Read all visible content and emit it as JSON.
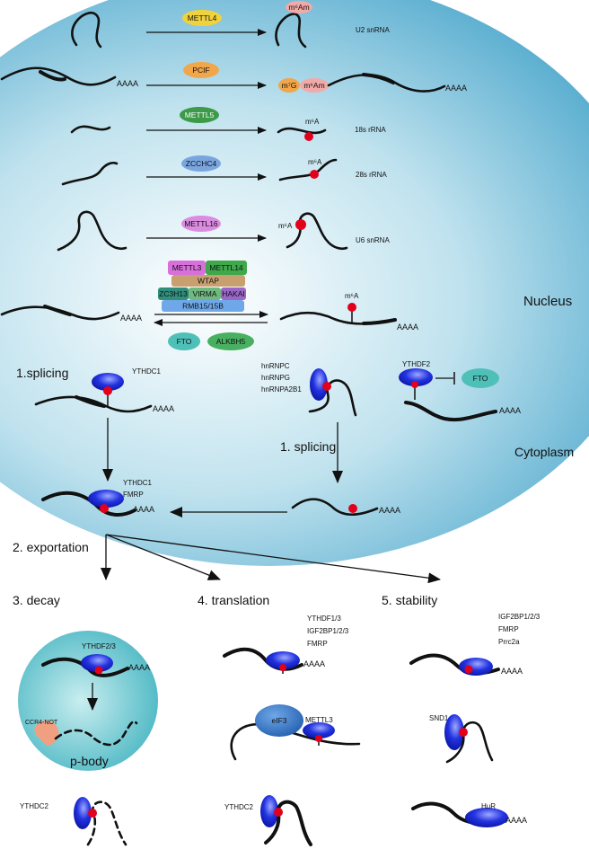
{
  "nucleus_label": "Nucleus",
  "cytoplasm_label": "Cytoplasm",
  "writers": {
    "row1": {
      "enzyme": "METTL4",
      "mod": "m⁶Am",
      "rna": "U2 snRNA"
    },
    "row2": {
      "enzyme": "PCIF",
      "mod1": "m⁷G",
      "mod2": "m⁶Am",
      "tail": "AAAA",
      "tail_in": "AAAA"
    },
    "row3": {
      "enzyme": "METTL5",
      "mod": "m⁶A",
      "rna": "18s rRNA"
    },
    "row4": {
      "enzyme": "ZCCHC4",
      "mod": "m⁶A",
      "rna": "28s rRNA"
    },
    "row5": {
      "enzyme": "METTL16",
      "mod": "m⁶A",
      "rna": "U6 snRNA"
    }
  },
  "complex": {
    "mettl3": "METTL3",
    "mettl14": "METTL14",
    "wtap": "WTAP",
    "zc3h13": "ZC3H13",
    "virma": "VIRMA",
    "hakai": "HAKAI",
    "rbm": "RMB15/15B",
    "fto": "FTO",
    "alkbh5": "ALKBH5",
    "tail_left": "AAAA",
    "tail_right": "AAAA",
    "mod": "m⁶A"
  },
  "nuclear_readers": {
    "splicing_left": "1.splicing",
    "ythdc1": "YTHDC1",
    "tail_left": "AAAA",
    "hnrnp": [
      "hnRNPC",
      "hnRNPG",
      "hnRNPA2B1"
    ],
    "ythdf2": "YTHDF2",
    "fto": "FTO",
    "tail_right": "AAAA",
    "splicing_right": "1. splicing",
    "tail_spliced": "AAAA",
    "export_reader": [
      "YTHDC1",
      "FMRP"
    ],
    "tail_export": "AAAA"
  },
  "steps": {
    "exportation": "2. exportation",
    "decay": "3. decay",
    "translation": "4. translation",
    "stability": "5. stability"
  },
  "decay": {
    "reader": "YTHDF2/3",
    "tail": "AAAA",
    "ccr4": "CCR4-NOT",
    "pbody": "p-body",
    "reader2": "YTHDC2"
  },
  "translation": {
    "readers": [
      "YTHDF1/3",
      "IGF2BP1/2/3",
      "FMRP"
    ],
    "tail": "AAAA",
    "eif3": "eIF3",
    "mettl3": "METTL3",
    "reader2": "YTHDC2"
  },
  "stability": {
    "readers": [
      "IGF2BP1/2/3",
      "FMRP",
      "Prrc2a"
    ],
    "tail": "AAAA",
    "snd1": "SND1",
    "hur": "HuR",
    "tail2": "AAAA"
  },
  "colors": {
    "nucleus_center": "#ffffff",
    "nucleus_edge": "#5aaed0",
    "m6a": "#e2001a",
    "reader": "#1a2fd8",
    "mettl4": "#f0d23c",
    "pcif": "#f1a64a",
    "mettl5": "#3c9a48",
    "zcchc4": "#7aa6e0",
    "mettl16": "#d98ce0",
    "fto": "#4fc0b8",
    "alkbh5": "#48b060",
    "mod_pink": "#f2aaa8",
    "pbody": "#5ec2cc",
    "eif3": "#3a7cc8"
  }
}
